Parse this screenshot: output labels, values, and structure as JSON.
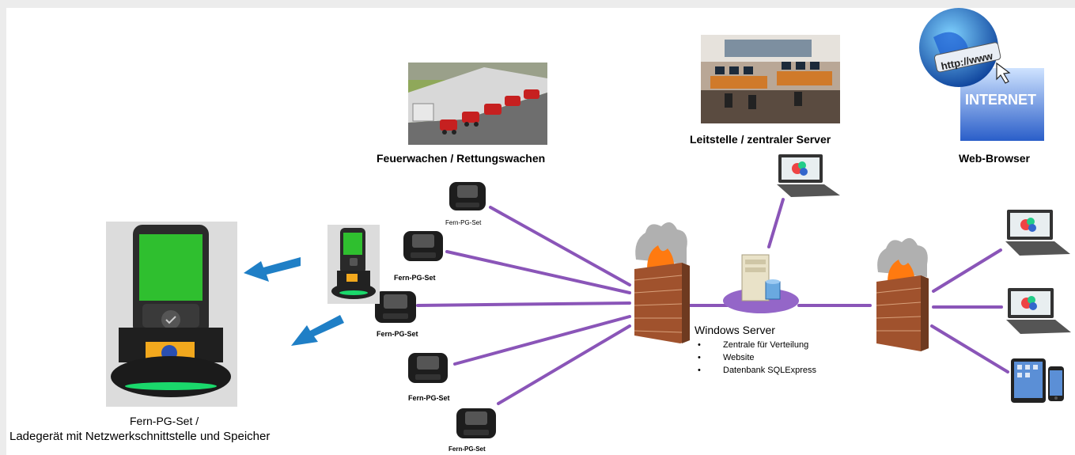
{
  "labels": {
    "feuerwachen": "Feuerwachen / Rettungswachen",
    "leitstelle": "Leitstelle / zentraler Server",
    "webbrowser": "Web-Browser",
    "server_title": "Windows Server",
    "set_caption_line1": "Fern-PG-Set /",
    "set_caption_line2": "Ladegerät mit Netzwerkschnittstelle und Speicher",
    "url_text": "http://www",
    "internet_text": "INTERNET"
  },
  "server_features": [
    "Zentrale für Verteilung",
    "Website",
    "Datenbank SQLExpress"
  ],
  "fern_pg_sets": [
    {
      "label": "Fern-PG-Set"
    },
    {
      "label": "Fern-PG-Set"
    },
    {
      "label": "Fern-PG-Set"
    },
    {
      "label": "Fern-PG-Set"
    },
    {
      "label": "Fern-PG-Set"
    }
  ],
  "colors": {
    "connection": "#8a55b8",
    "arrow": "#1f7fc6",
    "firewall_brick": "#a0522d",
    "lcd": "#2fbf2f"
  },
  "icons": [
    "fire-station-photo",
    "control-room-photo",
    "globe-http-icon",
    "internet-icon",
    "laptop-icon",
    "tablet-icon",
    "phone-icon",
    "server-icon",
    "firewall-icon",
    "charger-icon",
    "handheld-device-icon"
  ]
}
